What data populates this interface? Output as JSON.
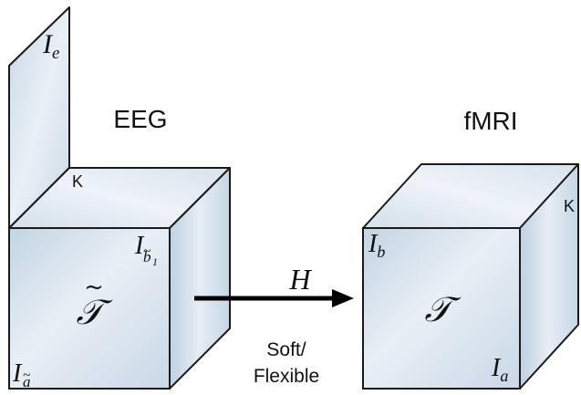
{
  "diagram": {
    "eeg": {
      "title": "EEG",
      "extra_slab_label": "I_e",
      "mode_k": "K",
      "front_top_right_label": "I_b̃₁",
      "front_bottom_left_label": "I_ã",
      "tensor_symbol": "𝒯̃"
    },
    "fmri": {
      "title": "fMRI",
      "mode_k": "K",
      "front_top_left_label": "I_b",
      "front_bottom_right_label": "I_a",
      "tensor_symbol": "𝒯"
    },
    "arrow": {
      "symbol": "H",
      "caption_line1": "Soft/",
      "caption_line2": "Flexible"
    }
  }
}
